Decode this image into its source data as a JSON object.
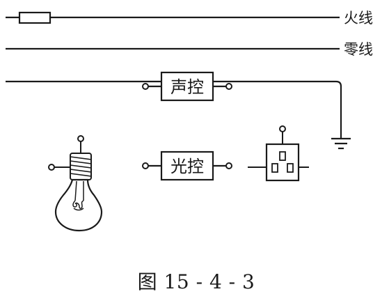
{
  "labels": {
    "live_wire": "火线",
    "neutral_wire": "零线",
    "sound_switch": "声控",
    "light_switch": "光控"
  },
  "caption": "图 15 - 4 - 3",
  "colors": {
    "ink": "#1a1a1a",
    "background": "#ffffff"
  }
}
